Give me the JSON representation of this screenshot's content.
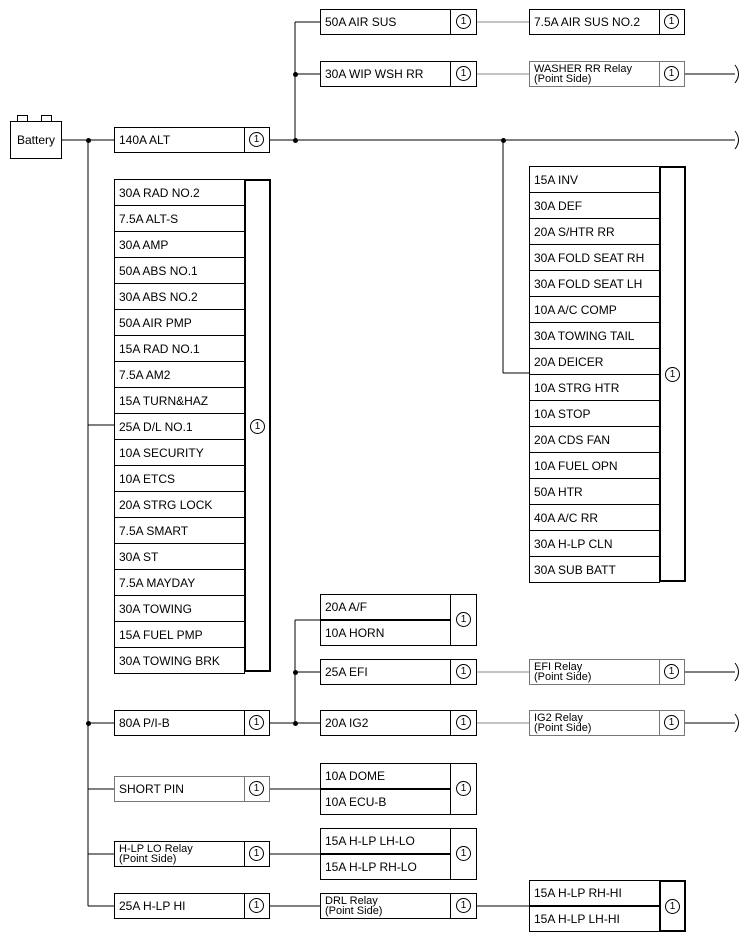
{
  "circuit_marker": "1",
  "battery": {
    "label": "Battery"
  },
  "alt": {
    "label": "140A ALT"
  },
  "air_sus": {
    "label": "50A AIR SUS",
    "downstream": "7.5A AIR SUS NO.2"
  },
  "wip_wsh": {
    "label": "30A WIP WSH RR",
    "relay_line1": "WASHER RR Relay",
    "relay_line2": "(Point Side)"
  },
  "left_block": {
    "fuses": [
      "30A RAD NO.2",
      "7.5A ALT-S",
      "30A AMP",
      "50A ABS NO.1",
      "30A ABS NO.2",
      "50A AIR PMP",
      "15A RAD NO.1",
      "7.5A AM2",
      "15A TURN&HAZ",
      "25A D/L NO.1",
      "10A SECURITY",
      "10A ETCS",
      "20A STRG LOCK",
      "7.5A SMART",
      "30A ST",
      "7.5A MAYDAY",
      "30A TOWING",
      "15A FUEL PMP",
      "30A TOWING BRK"
    ]
  },
  "right_block": {
    "fuses": [
      "15A INV",
      "30A DEF",
      "20A S/HTR RR",
      "30A FOLD SEAT RH",
      "30A FOLD SEAT LH",
      "10A A/C COMP",
      "30A TOWING TAIL",
      "20A DEICER",
      "10A STRG HTR",
      "10A STOP",
      "20A CDS FAN",
      "10A FUEL OPN",
      "50A HTR",
      "40A A/C RR",
      "30A H-LP CLN",
      "30A SUB BATT"
    ]
  },
  "pib": {
    "label": "80A P/I-B",
    "af_horn": [
      "20A A/F",
      "10A HORN"
    ],
    "efi": {
      "label": "25A EFI",
      "relay_line1": "EFI Relay",
      "relay_line2": "(Point Side)"
    },
    "ig2": {
      "label": "20A IG2",
      "relay_line1": "IG2 Relay",
      "relay_line2": "(Point Side)"
    }
  },
  "short_pin": {
    "label": "SHORT PIN",
    "outputs": [
      "10A DOME",
      "10A ECU-B"
    ]
  },
  "hlp_lo": {
    "line1": "H-LP LO Relay",
    "line2": "(Point Side)",
    "outputs": [
      "15A H-LP LH-LO",
      "15A H-LP RH-LO"
    ]
  },
  "hlp_hi": {
    "label": "25A H-LP HI",
    "drl_line1": "DRL Relay",
    "drl_line2": "(Point Side)",
    "outputs": [
      "15A H-LP RH-HI",
      "15A H-LP LH-HI"
    ]
  }
}
